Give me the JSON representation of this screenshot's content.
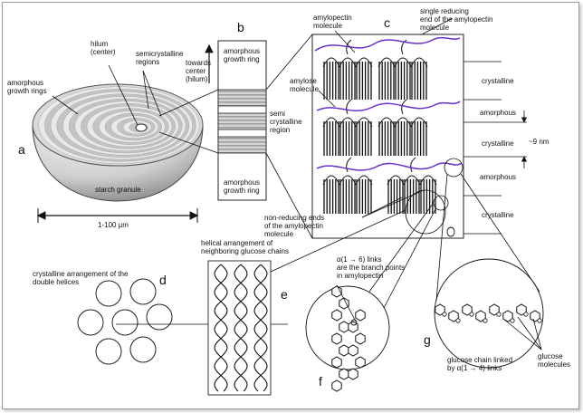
{
  "panels": {
    "a": "a",
    "b": "b",
    "c": "c",
    "d": "d",
    "e": "e",
    "f": "f",
    "g": "g"
  },
  "labels": {
    "hilum": [
      "hilum",
      "(center)"
    ],
    "semicrystalline_regions": [
      "semicrystalline",
      "regions"
    ],
    "amorphous_growth_rings": [
      "amorphous",
      "growth rings"
    ],
    "starch_granule": "starch granule",
    "size_range": "1-100 µm",
    "b_top_ring": [
      "amorphous",
      "growth ring"
    ],
    "b_bottom_ring": [
      "amorphous",
      "growth ring"
    ],
    "towards_center": [
      "towards",
      "center",
      "(hilum)"
    ],
    "semi_crystalline_region": [
      "semi",
      "crystalline",
      "region"
    ],
    "amylopectin_molecule": [
      "amylopectin",
      "molecule"
    ],
    "single_reducing_end": [
      "single reducing",
      "end of the amylopectin",
      "molecule"
    ],
    "amylose_molecule": [
      "amylose",
      "molecule"
    ],
    "crystalline": "crystalline",
    "amorphous": "amorphous",
    "nm9": "~9 nm",
    "non_reducing_ends": [
      "non-reducing ends",
      "of the amylopectin",
      "molecule"
    ],
    "helical_arrangement": [
      "helical arrangement of",
      "neighboring glucose chains"
    ],
    "crystalline_arrangement": [
      "crystalline arrangement of the",
      "double helices"
    ],
    "alpha16": [
      "α(1 → 6) links",
      "are the branch points",
      "in amylopectin"
    ],
    "glucose_chain": [
      "glucose chain linked",
      "by α(1 → 4) links"
    ],
    "glucose_molecules": [
      "glucose",
      "molecules"
    ]
  }
}
